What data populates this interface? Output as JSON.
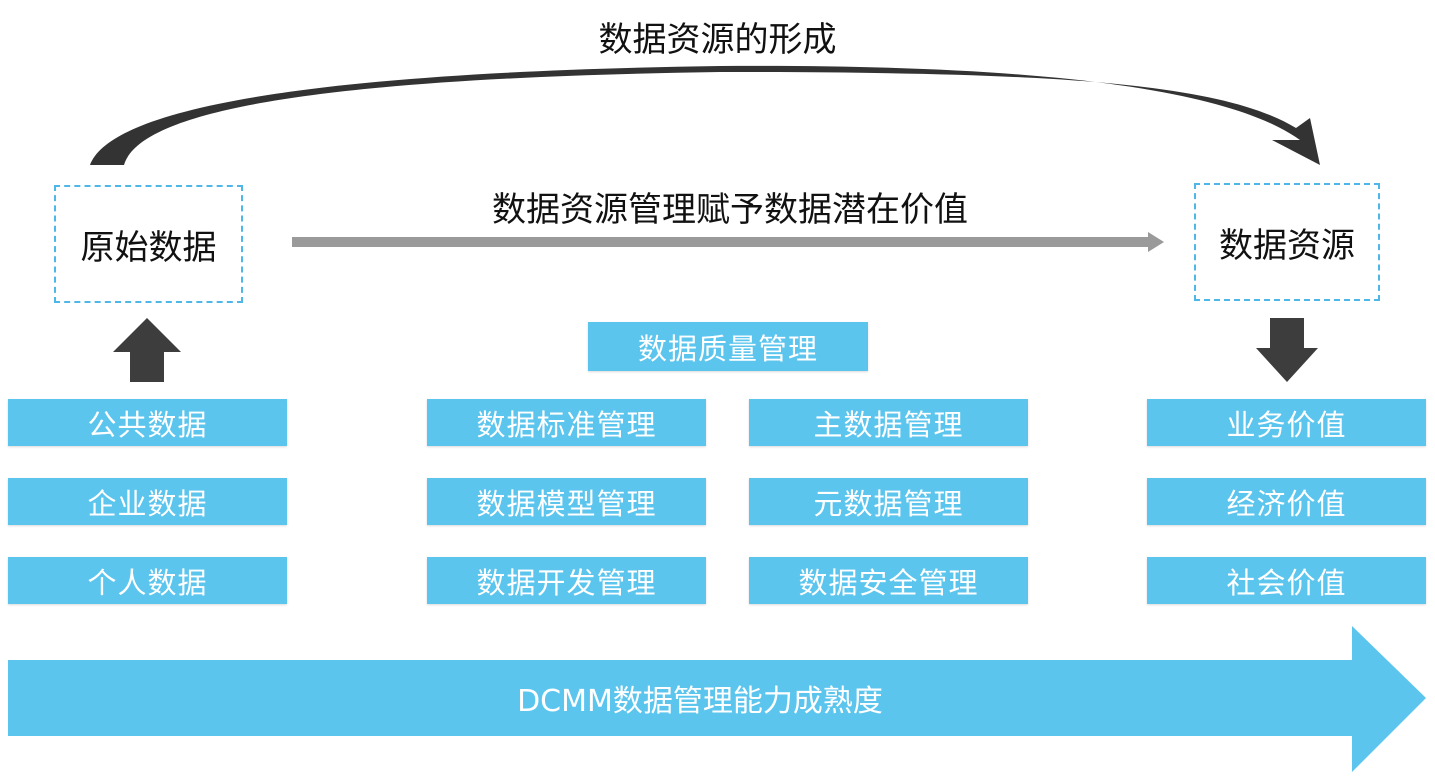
{
  "diagram": {
    "arc_title": "数据资源的形成",
    "middle_caption": "数据资源管理赋予数据潜在价值",
    "source_box": "原始数据",
    "target_box": "数据资源",
    "sources": [
      "公共数据",
      "企业数据",
      "个人数据"
    ],
    "management": {
      "top": "数据质量管理",
      "left_column": [
        "数据标准管理",
        "数据模型管理",
        "数据开发管理"
      ],
      "right_column": [
        "主数据管理",
        "元数据管理",
        "数据安全管理"
      ]
    },
    "values": [
      "业务价值",
      "经济价值",
      "社会价值"
    ],
    "banner": "DCMM数据管理能力成熟度"
  },
  "colors": {
    "box_fill": "#5bc5ee",
    "dashed_border": "#4db8e8",
    "arrow_dark": "#3d3d3d",
    "arrow_gray": "#999999"
  }
}
